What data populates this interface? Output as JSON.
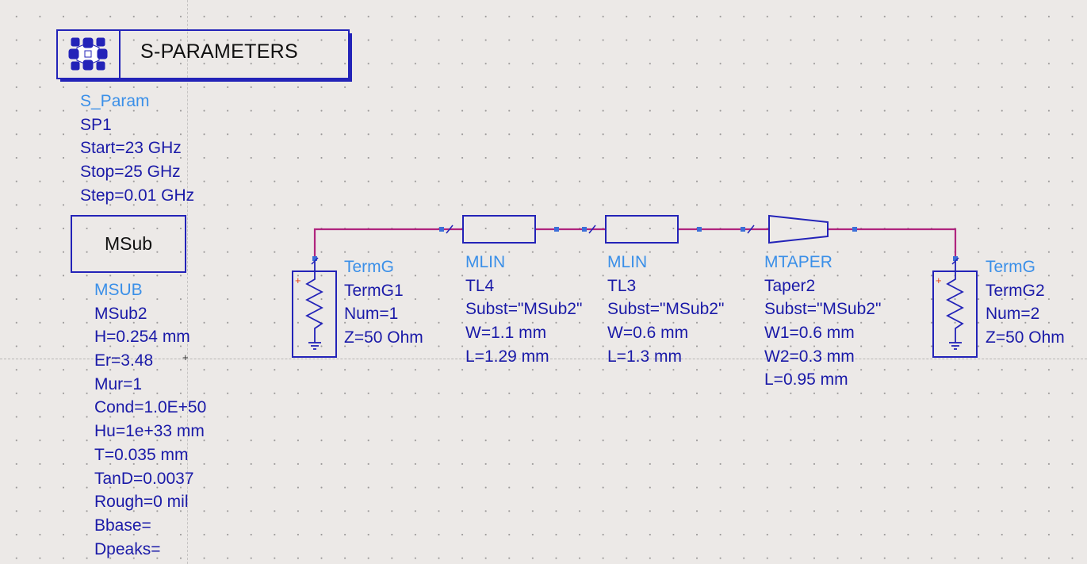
{
  "sp": {
    "title": "S-PARAMETERS",
    "type": "S_Param",
    "name": "SP1",
    "params": [
      "Start=23 GHz",
      "Stop=25 GHz",
      "Step=0.01 GHz"
    ]
  },
  "msub": {
    "box_label": "MSub",
    "type": "MSUB",
    "name": "MSub2",
    "params": [
      "H=0.254 mm",
      "Er=3.48",
      "Mur=1",
      "Cond=1.0E+50",
      "Hu=1e+33 mm",
      "T=0.035 mm",
      "TanD=0.0037",
      "Rough=0 mil",
      "Bbase=",
      "Dpeaks="
    ]
  },
  "term1": {
    "type": "TermG",
    "name": "TermG1",
    "params": [
      "Num=1",
      "Z=50 Ohm"
    ]
  },
  "tl4": {
    "type": "MLIN",
    "name": "TL4",
    "params": [
      "Subst=\"MSub2\"",
      "W=1.1 mm",
      "L=1.29 mm"
    ]
  },
  "tl3": {
    "type": "MLIN",
    "name": "TL3",
    "params": [
      "Subst=\"MSub2\"",
      "W=0.6 mm",
      "L=1.3 mm"
    ]
  },
  "taper": {
    "type": "MTAPER",
    "name": "Taper2",
    "params": [
      "Subst=\"MSub2\"",
      "W1=0.6 mm",
      "W2=0.3 mm",
      "L=0.95 mm"
    ]
  },
  "term2": {
    "type": "TermG",
    "name": "TermG2",
    "params": [
      "Num=2",
      "Z=50 Ohm"
    ]
  },
  "colors": {
    "component": "#2323b8",
    "wire": "#b0247e",
    "pin": "#3c6fd8",
    "label_type": "#3a8fe8",
    "label_value": "#1a1aa8",
    "plus": "#e0401a"
  }
}
